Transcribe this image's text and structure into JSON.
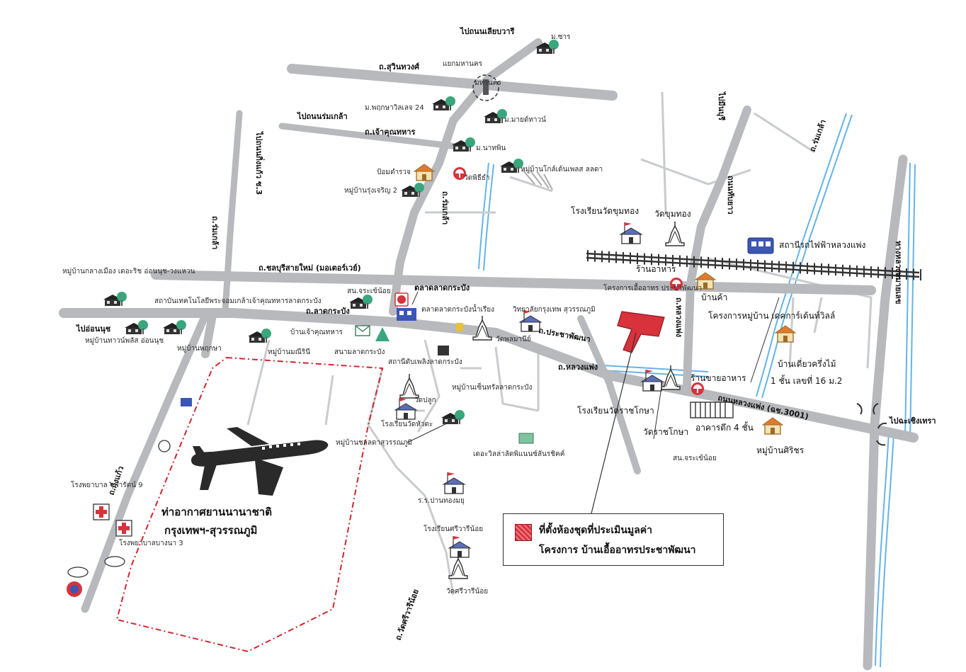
{
  "colors": {
    "road": "#b7b9bc",
    "minor_road": "#c9cbce",
    "water": "#66b3e8",
    "airport_boundary": "#d2252f",
    "project": "#d8323c"
  },
  "roads": {
    "ladprao_ext_top": "ไปถนนเลียบวารี",
    "suwinthawong": "ถ.สุวินทวงศ์",
    "romklao": "ไปถนนร่มเกล้า",
    "chaokhun": "ถ.เจ้าคุณทหาร",
    "kingkaew_left": "ไปถนนกิ่งแก้ว ซ.3",
    "romklao_v": "ถ.ร่มเกล้า",
    "motorway": "ถ.ชลบุรีสายใหม่ (มอเตอร์เวย์)",
    "ladkrabang": "ถ.ลาดกระบัง",
    "to_onnut": "ไปอ่อนนุช",
    "luang_phaeng": "ถ.หลวงแพ่ง",
    "luang_phaeng_main": "ถนนหลวงแพ่ง (ฉช.3001)",
    "to_chachoengsao": "ไปฉะเชิงเทรา",
    "kingkaew": "ถ.กิ่งแก้ว",
    "wat_sri_wariya": "ถ.วัดศรีวารีน้อย",
    "upper_right": "ไปมีนบุรี",
    "romklao_n": "ถ.ร่มเกล้า",
    "thap_yao": "ถนนทับยาว",
    "to_suwin": "แยกมหานคร",
    "ladkrabang_n": "ถ.ประชาพัฒนา",
    "rkl": "ถ.ร่มเกล้า",
    "rama": "ถ.หลวงแพ่ง",
    "right_hw": "ทางหลวงหมายเลข"
  },
  "places": {
    "soi_sarn": "ม.ซาร",
    "paknakhon": "มหานคร",
    "m_phruksa": "ม.พฤกษาวิลเลจ 24",
    "m_maidee": "ม.มายด์ทาวน์",
    "m_manan": "ม.นาทพิน",
    "ban_phak": "ป้อมตำรวจ",
    "ban_kolf": "หมู่บ้านโกล์เด้นเพลส ลลดา",
    "ban_rungcharoen": "หมู่บ้านรุ่งเจริญ 2",
    "wat_phithi": "วัดพิธีธำ",
    "school_wat_khumthong": "โรงเรียนวัดขุมทอง",
    "wat_khumthong": "วัดขุมทอง",
    "station": "สถานีรถไฟฟ้าหลวงแพ่ง",
    "restaurant": "ร้านอาหาร",
    "project_food": "โครงการเอื้ออาทร ประชาพัฒนา",
    "shop": "บ้านค้า",
    "village_project": "โครงการหมู่บ้าน เดคการ์เด้นท์วิลล์",
    "house_single": "บ้านเดี่ยวครึ่งไม้",
    "house_single2": "1 ชั้น เลขที่ 16 ม.2",
    "food_shop": "ร้านขายอาหาร",
    "school_wat_rat": "โรงเรียนวัดราชโกษา",
    "wat_rat": "วัดราชโกษา",
    "townhouse": "อาคารตึก 4 ชั้น",
    "ban_siri": "หมู่บ้านศิริชร",
    "police": "สน.จระเข้น้อย",
    "ban_laemthong": "หมู่บ้านกลางเมือง เดอะริช อ่อนนุช-วงแหวน",
    "kmitl": "สถาบันเทคโนโลยีพระจอมเกล้าเจ้าคุณทหารลาดกระบัง",
    "police_ladkrabang": "สน.จระเข้น้อย",
    "market_ladkrabang": "ตลาดลาดกระบัง",
    "market_central": "ตลาดลาดกระบังน้ำเรียง",
    "school_bkk": "วิทยาลัยกรุงเทพ สุวรรณภูมิ",
    "wat_lam_pla": "วัดพลมานีย์",
    "ban_chao": "บ้านเจ้าคุณทหาร",
    "post": "สนามลาดกระบัง",
    "market_ladkrabang2": "สถานีดับเพลิงลาดกระบัง",
    "ban_mouban_lkb": "หมู่บ้านเซ็นทรัลลาดกระบัง",
    "ban_trip": "หมู่บ้านทาวน์พลัส อ่อนนุช",
    "ban_pruksa": "หมู่บ้านพฤกษา",
    "ban_manee": "หมู่บ้านมณีรินี",
    "wat_pra": "วัดปลูก",
    "school_wat_hua": "โรงเรียนวัดหัวตะ",
    "ban_ladkrabang": "หมู่บ้านชลลดาสุวรรณภูมิ",
    "lake": "เดอะวิลล่าลัดพิแนนซ์ลันรชิคค์",
    "school_pan": "ร.ร.ปานทองมยุ",
    "school_wat_sri": "โรงเรียนศรีวารีน้อย",
    "wat_sri": "วัดศรีวารีน้อย",
    "hospital": "โรงพยาบาล จุฬารัตน์ 9",
    "hospital2": "โรงพยาบาลบางนา 3",
    "airport_1": "ท่าอากาศยานนานาชาติ",
    "airport_2": "กรุงเทพฯ-สุวรรณภูมิ"
  },
  "legend": {
    "line1": "ที่ตั้งห้องชุดที่ประเมินมูลค่า",
    "line2": "โครงการ บ้านเอื้ออาทรประชาพัฒนา"
  },
  "icons": [
    "village-icon",
    "temple-icon",
    "school-icon",
    "house-icon",
    "hospital-icon",
    "gas-station-icon",
    "airplane-icon",
    "train-station-icon",
    "post-icon",
    "parking-icon",
    "restaurant-icon",
    "railway-icon"
  ]
}
